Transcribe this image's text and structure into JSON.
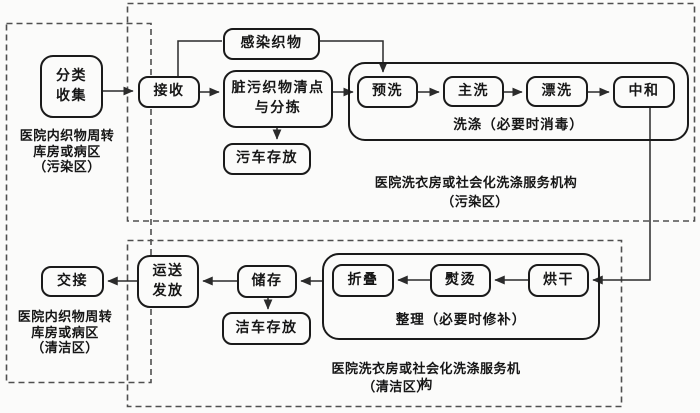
{
  "colors": {
    "background": "#fbfbfa",
    "line": "#2b2b2b",
    "dashed_border": "#4f4f4f",
    "box_border": "#1a1a1a"
  },
  "zones": {
    "turnover": {
      "dirty_label": "医院内织物周转\n库房或病区\n（污染区）",
      "clean_label": "医院内织物周转\n库房或病区\n（清洁区）"
    },
    "laundry_dirty": {
      "name": "医院洗衣房或社会化洗涤服务机构",
      "area": "（污染区）"
    },
    "laundry_clean": {
      "name": "医院洗衣房或社会化洗涤服务机构",
      "area": "（清洁区）"
    }
  },
  "groups": {
    "washing": "洗涤（必要时消毒）",
    "finishing": "整理（必要时修补）"
  },
  "nodes": {
    "sort_collect": "分类\n收集",
    "receive": "接收",
    "infected_textile": "感染织物",
    "count_sort": "脏污织物清点\n与分拣",
    "dirty_cart_storage": "污车存放",
    "prewash": "预洗",
    "main_wash": "主洗",
    "rinse": "漂洗",
    "neutralize": "中和",
    "dry": "烘干",
    "iron": "熨烫",
    "fold": "折叠",
    "store": "储存",
    "clean_cart_storage": "洁车存放",
    "transport_issue": "运送\n发放",
    "handover": "交接"
  }
}
